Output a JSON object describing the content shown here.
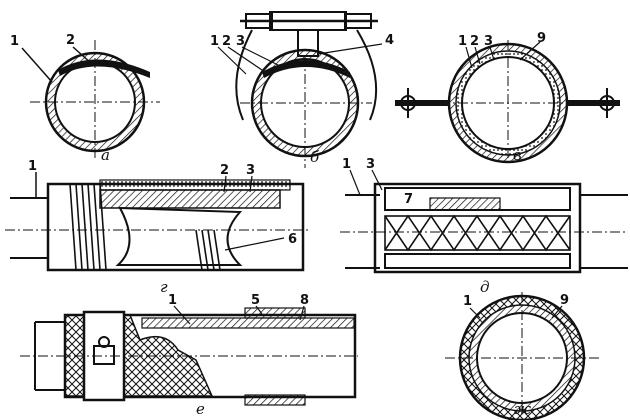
{
  "panels": {
    "a": {
      "label": "а",
      "callouts": [
        "1",
        "2"
      ]
    },
    "b": {
      "label": "б",
      "callouts": [
        "1",
        "2",
        "3",
        "4"
      ]
    },
    "v": {
      "label": "в",
      "callouts": [
        "1",
        "2",
        "3",
        "9"
      ]
    },
    "g": {
      "label": "г",
      "callouts": [
        "1",
        "2",
        "3",
        "6"
      ]
    },
    "d": {
      "label": "д",
      "callouts": [
        "1",
        "3",
        "7"
      ]
    },
    "e": {
      "label": "е",
      "callouts": [
        "1",
        "5",
        "8"
      ]
    },
    "zh": {
      "label": "ж",
      "callouts": [
        "1",
        "9"
      ]
    }
  },
  "colors": {
    "ink": "#111111",
    "background": "#ffffff"
  }
}
